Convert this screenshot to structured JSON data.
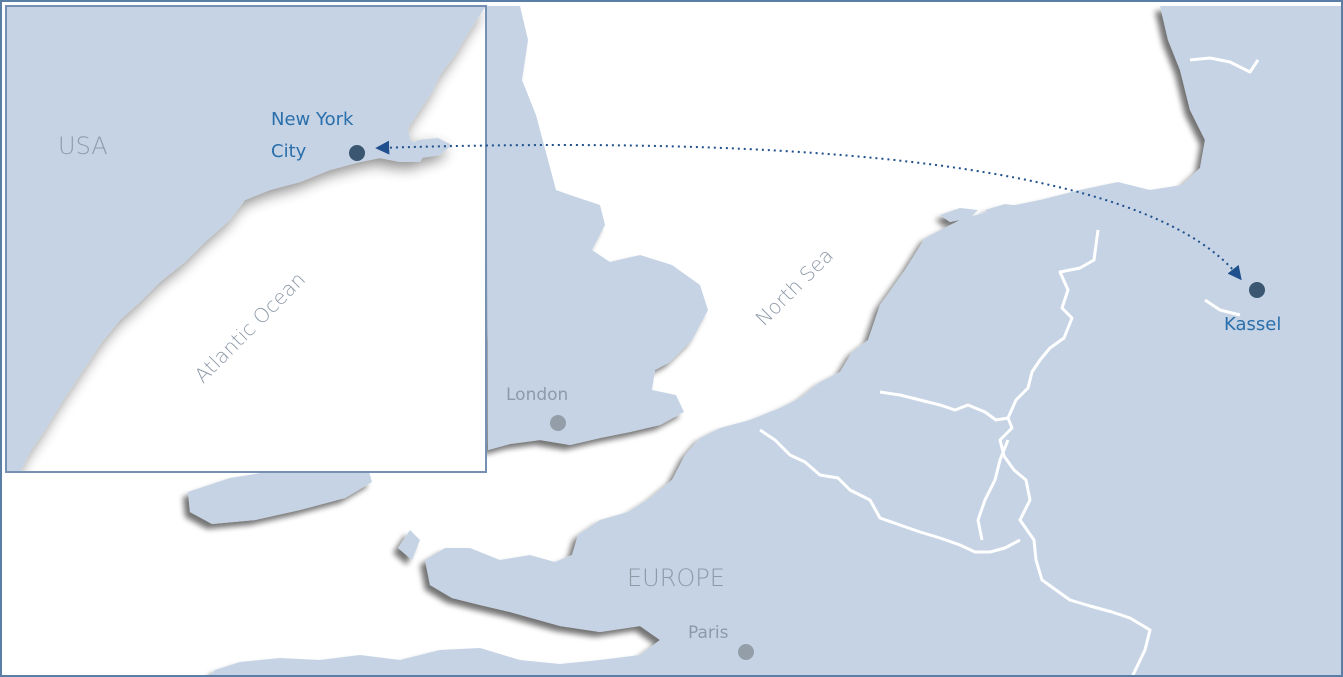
{
  "map": {
    "labels": {
      "usa": "USA",
      "new_york_line1": "New York",
      "new_york_line2": "City",
      "atlantic": "Atlantic Ocean",
      "north_sea": "North Sea",
      "london": "London",
      "europe": "EUROPE",
      "paris": "Paris",
      "kassel": "Kassel"
    },
    "colors": {
      "land": "#c5d3e4",
      "land_shadow": "#8b97a4",
      "water": "#ffffff",
      "border_lines": "#ffffff",
      "frame": "#5b7ea6",
      "route": "#1f4f8c",
      "marker_dark": "#3b5670",
      "marker_grey": "#949ea8",
      "blue_text": "#2a6fab",
      "grey_text": "#8e9aa8"
    },
    "icons": {
      "new_york_marker": "circle-marker",
      "kassel_marker": "circle-marker",
      "london_marker": "circle-marker",
      "paris_marker": "circle-marker",
      "route_arrow": "dotted-arrow"
    }
  }
}
